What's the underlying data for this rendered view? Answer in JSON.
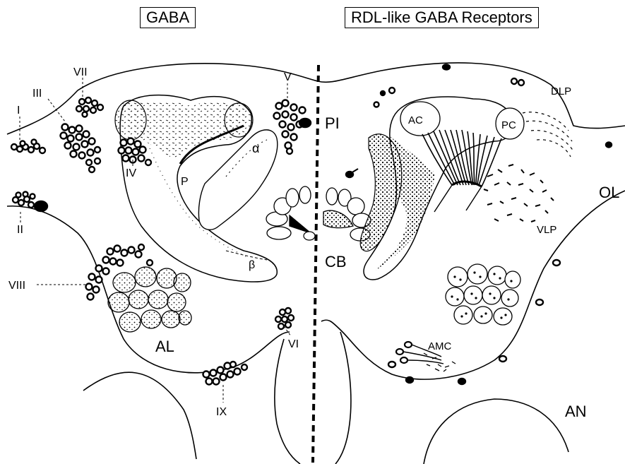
{
  "titles": {
    "left": "GABA",
    "right": "RDL-like GABA Receptors"
  },
  "labels": {
    "I": "I",
    "II": "II",
    "III": "III",
    "IV": "IV",
    "V": "V",
    "VI": "VI",
    "VII": "VII",
    "VIII": "VIII",
    "IX": "IX",
    "P": "P",
    "alpha": "α",
    "beta": "β",
    "AL": "AL",
    "PI": "PI",
    "CB": "CB",
    "AC": "AC",
    "PC": "PC",
    "DLP": "DLP",
    "OL": "OL",
    "VLP": "VLP",
    "AMC": "AMC",
    "AN": "AN"
  }
}
